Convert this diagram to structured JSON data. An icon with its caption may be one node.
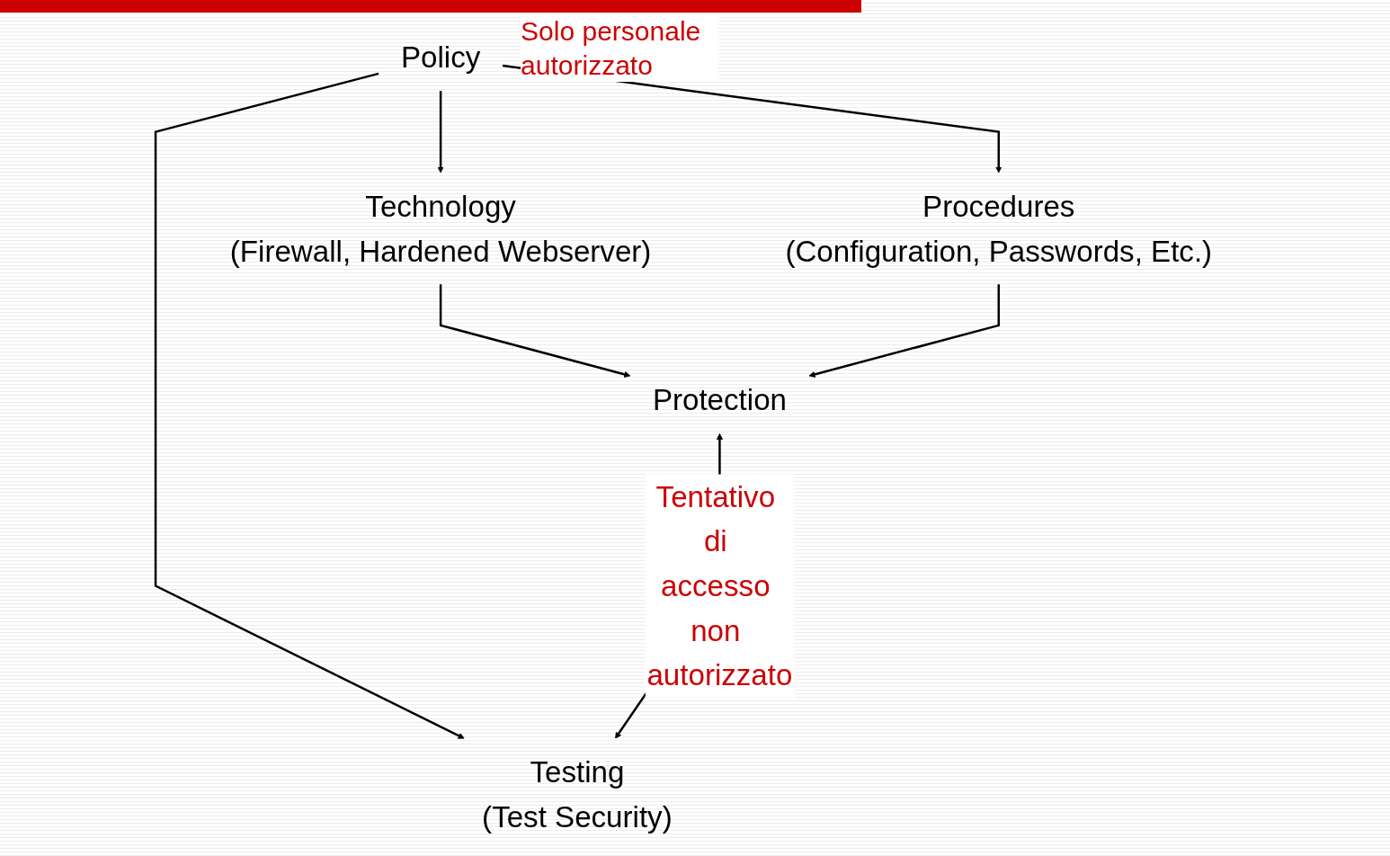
{
  "diagram": {
    "nodes": [
      {
        "text": [
          "Policy"
        ],
        "beside": [
          "Solo personale autorizzato"
        ]
      },
      {
        "text": [
          "Technology",
          "(Firewall, Hardened Webserver)"
        ]
      },
      {
        "text": [
          "Procedures",
          "(Configuration, Passwords, Etc.)"
        ]
      },
      {
        "text": [
          "Protection"
        ]
      },
      {
        "text": [
          "Testing",
          "(Test Security)"
        ]
      }
    ],
    "edges": [
      {
        "from": 0,
        "to": 1,
        "arrow": "to"
      },
      {
        "from": 0,
        "to": 2,
        "arrow": "to"
      },
      {
        "from": 0,
        "to": 4,
        "arrow": "to"
      },
      {
        "from": 1,
        "to": 3,
        "arrow": "to"
      },
      {
        "from": 2,
        "to": 3,
        "arrow": "to"
      },
      {
        "from": 3,
        "to": 4,
        "arrow": "both",
        "label": "Tentativo di accesso non autorizzato"
      }
    ]
  }
}
